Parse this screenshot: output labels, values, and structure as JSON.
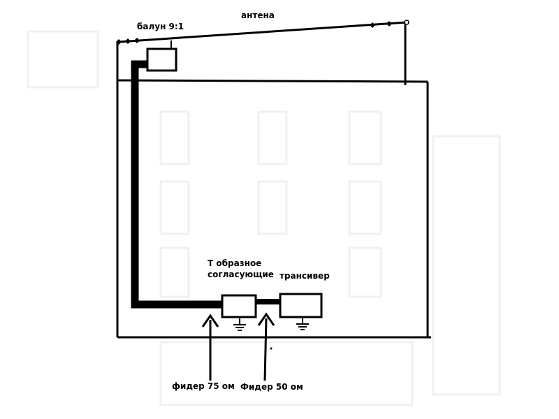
{
  "labels": {
    "antenna": "антена",
    "balun": "балун 9:1",
    "tee_line1": "Т образное",
    "tee_line2": "согласующие",
    "transceiver": "трансивер",
    "feeder75": "фидер 75 ом",
    "feeder50": "Фидер 50 ом"
  },
  "colors": {
    "line": "#000000",
    "background": "#ffffff",
    "ghost": "#f2f2f2"
  }
}
